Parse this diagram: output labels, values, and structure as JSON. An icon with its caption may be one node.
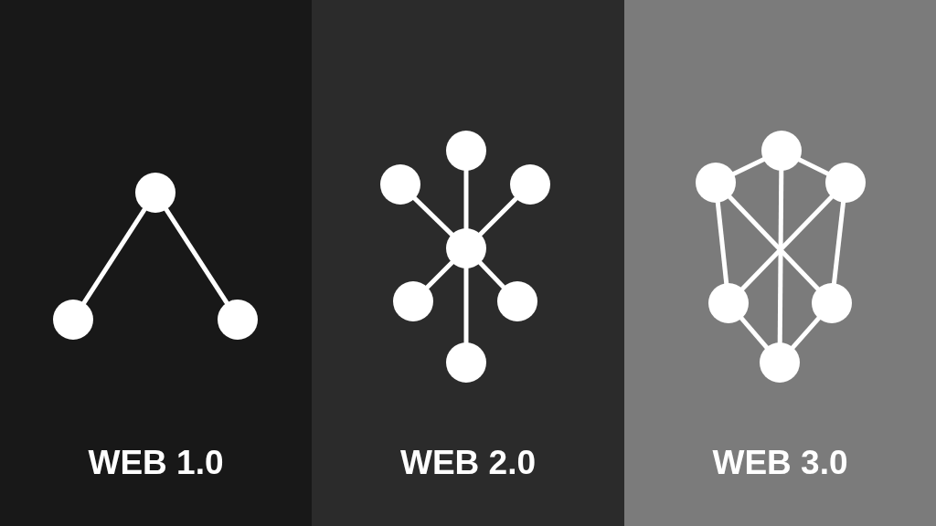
{
  "diagram": {
    "nodes": [
      {
        "text": [
          "WEB 1.0"
        ]
      },
      {
        "text": [],
        "shape": "circle",
        "in": 0
      },
      {
        "text": [],
        "shape": "circle",
        "in": 0
      },
      {
        "text": [],
        "shape": "circle",
        "in": 0
      },
      {
        "text": [
          "WEB 2.0"
        ]
      },
      {
        "text": [],
        "shape": "circle",
        "in": 4
      },
      {
        "text": [],
        "shape": "circle",
        "in": 4
      },
      {
        "text": [],
        "shape": "circle",
        "in": 4
      },
      {
        "text": [],
        "shape": "circle",
        "in": 4
      },
      {
        "text": [],
        "shape": "circle",
        "in": 4
      },
      {
        "text": [],
        "shape": "circle",
        "in": 4
      },
      {
        "text": [],
        "shape": "circle",
        "in": 4
      },
      {
        "text": [
          "WEB 3.0"
        ]
      },
      {
        "text": [],
        "shape": "circle",
        "in": 12
      },
      {
        "text": [],
        "shape": "circle",
        "in": 12
      },
      {
        "text": [],
        "shape": "circle",
        "in": 12
      },
      {
        "text": [],
        "shape": "circle",
        "in": 12
      },
      {
        "text": [],
        "shape": "circle",
        "in": 12
      },
      {
        "text": [],
        "shape": "circle",
        "in": 12
      }
    ],
    "edges": [
      {
        "from": 1,
        "to": 2,
        "arrow": "none"
      },
      {
        "from": 1,
        "to": 3,
        "arrow": "none"
      },
      {
        "from": 5,
        "to": 8,
        "arrow": "none"
      },
      {
        "from": 6,
        "to": 8,
        "arrow": "none"
      },
      {
        "from": 7,
        "to": 8,
        "arrow": "none"
      },
      {
        "from": 8,
        "to": 9,
        "arrow": "none"
      },
      {
        "from": 8,
        "to": 10,
        "arrow": "none"
      },
      {
        "from": 8,
        "to": 11,
        "arrow": "none"
      },
      {
        "from": 14,
        "to": 13,
        "arrow": "none"
      },
      {
        "from": 13,
        "to": 15,
        "arrow": "none"
      },
      {
        "from": 13,
        "to": 18,
        "arrow": "none"
      },
      {
        "from": 14,
        "to": 16,
        "arrow": "none"
      },
      {
        "from": 14,
        "to": 17,
        "arrow": "none"
      },
      {
        "from": 15,
        "to": 16,
        "arrow": "none"
      },
      {
        "from": 15,
        "to": 17,
        "arrow": "none"
      },
      {
        "from": 16,
        "to": 18,
        "arrow": "none"
      },
      {
        "from": 17,
        "to": 18,
        "arrow": "none"
      }
    ]
  }
}
